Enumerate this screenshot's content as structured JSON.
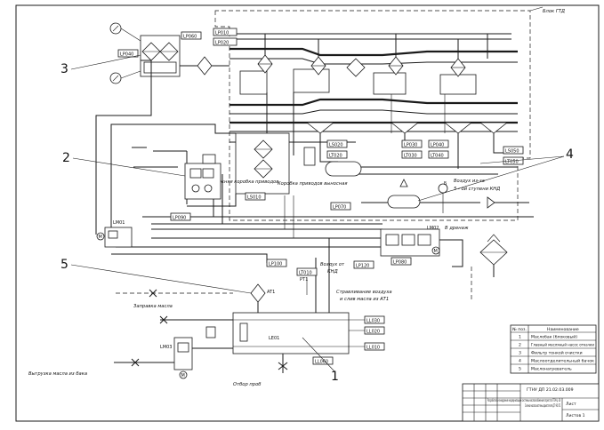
{
  "title_block_header": "Блок ГТД",
  "callouts": [
    "3",
    "2",
    "5",
    "4",
    "1"
  ],
  "codes": {
    "lp040": "LP040",
    "lp060": "LP060",
    "lp010": "LP010",
    "lp020": "LP020",
    "ls020": "LS020",
    "lt020": "LT020",
    "lp030": "LP030",
    "lt030": "LT030",
    "lp040b": "LP040",
    "lt040": "LT040",
    "ls050": "LS050",
    "lt050": "LT050",
    "ls010": "LS010",
    "lp070": "LP070",
    "lp080": "LP080",
    "lp090": "LP090",
    "lm01": "LM01",
    "lm02": "LM02",
    "lm03": "LM03",
    "lp100": "LP100",
    "lt010": "LT010",
    "pt1": "PT1",
    "lp120": "LP120",
    "at1": "AT1",
    "ll030": "LL030",
    "ll020": "LL020",
    "ll010": "LL010",
    "le01": "LE01",
    "ll060": "LL060",
    "m": "M"
  },
  "captions": {
    "lower_box": "Нижняя коробка приводов",
    "gearbox_remote": "Коробка приводов выносная",
    "air_from_5": "Воздух из-за",
    "air_from_5b": "5 - ой ступени КНД",
    "to_atm": "В дренаж",
    "air_from_knd_1": "Воздух от",
    "air_from_knd_2": "КНД",
    "bleed_1": "Стравливание воздуха",
    "bleed_2": "и слив масла из АТ1",
    "oil_fill": "Заправка масла",
    "oil_drain": "Выгрузка масла из бака",
    "sampling": "Отбор проб"
  },
  "legend": {
    "col_pos": "№ поз.",
    "col_name": "Наименование",
    "rows": [
      {
        "pos": "1",
        "name": "Маслобак (блоковый)"
      },
      {
        "pos": "2",
        "name": "Главный масляный насос откачки"
      },
      {
        "pos": "3",
        "name": "Фильтр тонкой очистки"
      },
      {
        "pos": "4",
        "name": "Маслоотделительный бачок"
      },
      {
        "pos": "5",
        "name": "Маслонагреватель"
      }
    ]
  },
  "title_block": {
    "doc_code": "ГТНУ ДП 21.02.03.009",
    "subtitle": "Схема маслосистемы двигателя ДГ 90 Л2",
    "note": "Разработка и внедрение модернизации системы маслоснабжения агрегата ГПА-Ц-16",
    "sheet": "Лист",
    "sheets": "Листов 1"
  }
}
